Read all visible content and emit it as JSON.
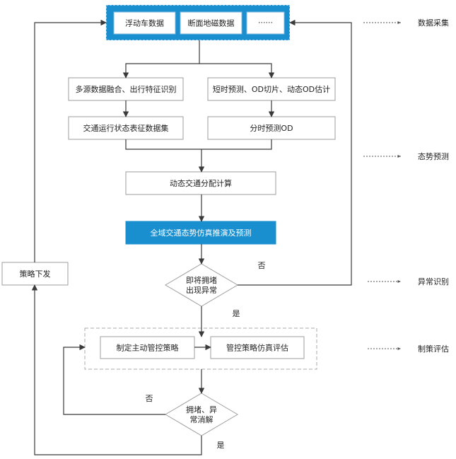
{
  "colors": {
    "accent": "#1a8fd0",
    "node_border": "#9e9e9e",
    "text": "#222222"
  },
  "nodes": {
    "floating_car": "浮动车数据",
    "section_geomagnetic": "断面地磁数据",
    "more_sources": "······",
    "multi_source_fusion": "多源数据融合、出行特征识别",
    "short_term_prediction": "短时预测、OD切片、动态OD估计",
    "traffic_state_dataset": "交通运行状态表征数据集",
    "time_sliced_od": "分时预测OD",
    "dynamic_assignment": "动态交通分配计算",
    "simulation": "全域交通态势仿真推演及预测",
    "decision_congestion": [
      "即将拥堵",
      "出现异常"
    ],
    "make_control_strategy": "制定主动管控策略",
    "strategy_simulation": "管控策略仿真评估",
    "decision_resolved": [
      "拥堵、异",
      "常消解"
    ],
    "strategy_release": "策略下发"
  },
  "edge_labels": {
    "no_1": "否",
    "yes_1": "是",
    "no_2": "否",
    "yes_2": "是"
  },
  "stages": {
    "data_collection": "数据采集",
    "situation_prediction": "态势预测",
    "anomaly_detection": "异常识别",
    "strategy_evaluation": "制策评估"
  }
}
